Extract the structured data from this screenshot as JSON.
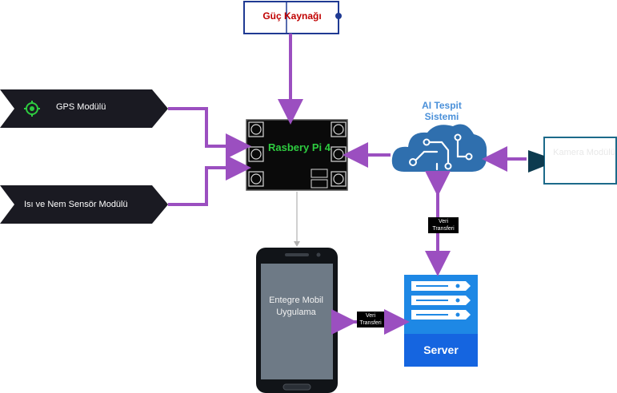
{
  "power_supply": {
    "label": "Güç Kaynağı"
  },
  "gps_module": {
    "label": "GPS Modülü"
  },
  "sensor_module": {
    "label": "Isı ve Nem Sensör Modülü"
  },
  "raspberry_pi": {
    "label": "Rasbery Pi 4"
  },
  "ai_system": {
    "label": "AI Tespit Sistemi"
  },
  "camera_module": {
    "label": "Kamera Modülü"
  },
  "mobile_app": {
    "label": "Entegre Mobil Uygulama"
  },
  "server": {
    "label": "Server"
  },
  "transfer_tags": [
    {
      "label": "Veri Transferi"
    },
    {
      "label": "Veri Transferi"
    }
  ],
  "colors": {
    "arrow": "#9b4fc0",
    "dark_panel": "#1a1a22",
    "power_border": "#1f3a93",
    "rpi_text": "#2ecc40",
    "ai_cloud": "#2f6fae",
    "server_blue": "#1565e0",
    "server_top": "#1e88e5",
    "phone_screen": "#6e7a86"
  },
  "icons": [
    "crosshair-icon",
    "cloud-circuit-icon",
    "video-camera-icon",
    "server-rack-icon",
    "smartphone-icon"
  ]
}
